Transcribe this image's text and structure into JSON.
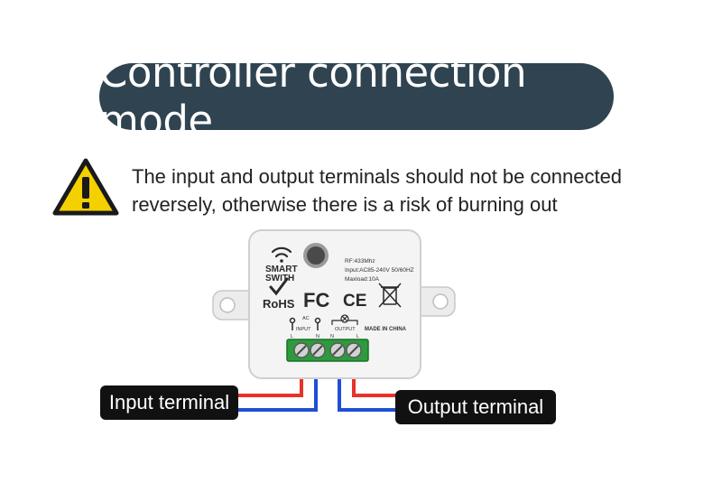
{
  "title": "Controller connection mode",
  "warning": {
    "line1": "The input and output terminals should not be connected",
    "line2": "reversely, otherwise there is a risk of burning out",
    "icon": "warning-triangle-icon"
  },
  "device": {
    "brand_line1": "SMART",
    "brand_line2": "SWITH",
    "spec_rf": "RF:433Mhz",
    "spec_input": "Input:AC85-240V 50/60HZ",
    "spec_load": "Maxload:10A",
    "rohs": "RoHS",
    "fc": "FC",
    "ce": "CE",
    "ac_label": "AC",
    "input_label": "INPUT",
    "output_label": "OUTPUT",
    "terminal_l1": "L",
    "terminal_n1": "N",
    "terminal_n2": "N",
    "terminal_l2": "L",
    "made_in": "MADE IN CHINA"
  },
  "labels": {
    "input_terminal": "Input terminal",
    "output_terminal": "Output terminal"
  },
  "colors": {
    "title_bg": "#2f4450",
    "warning_yellow": "#f5d000",
    "live_wire": "#e8322a",
    "neutral_wire": "#1f4fd6",
    "terminal_block": "#2e9a3e",
    "label_bg": "#111111"
  }
}
